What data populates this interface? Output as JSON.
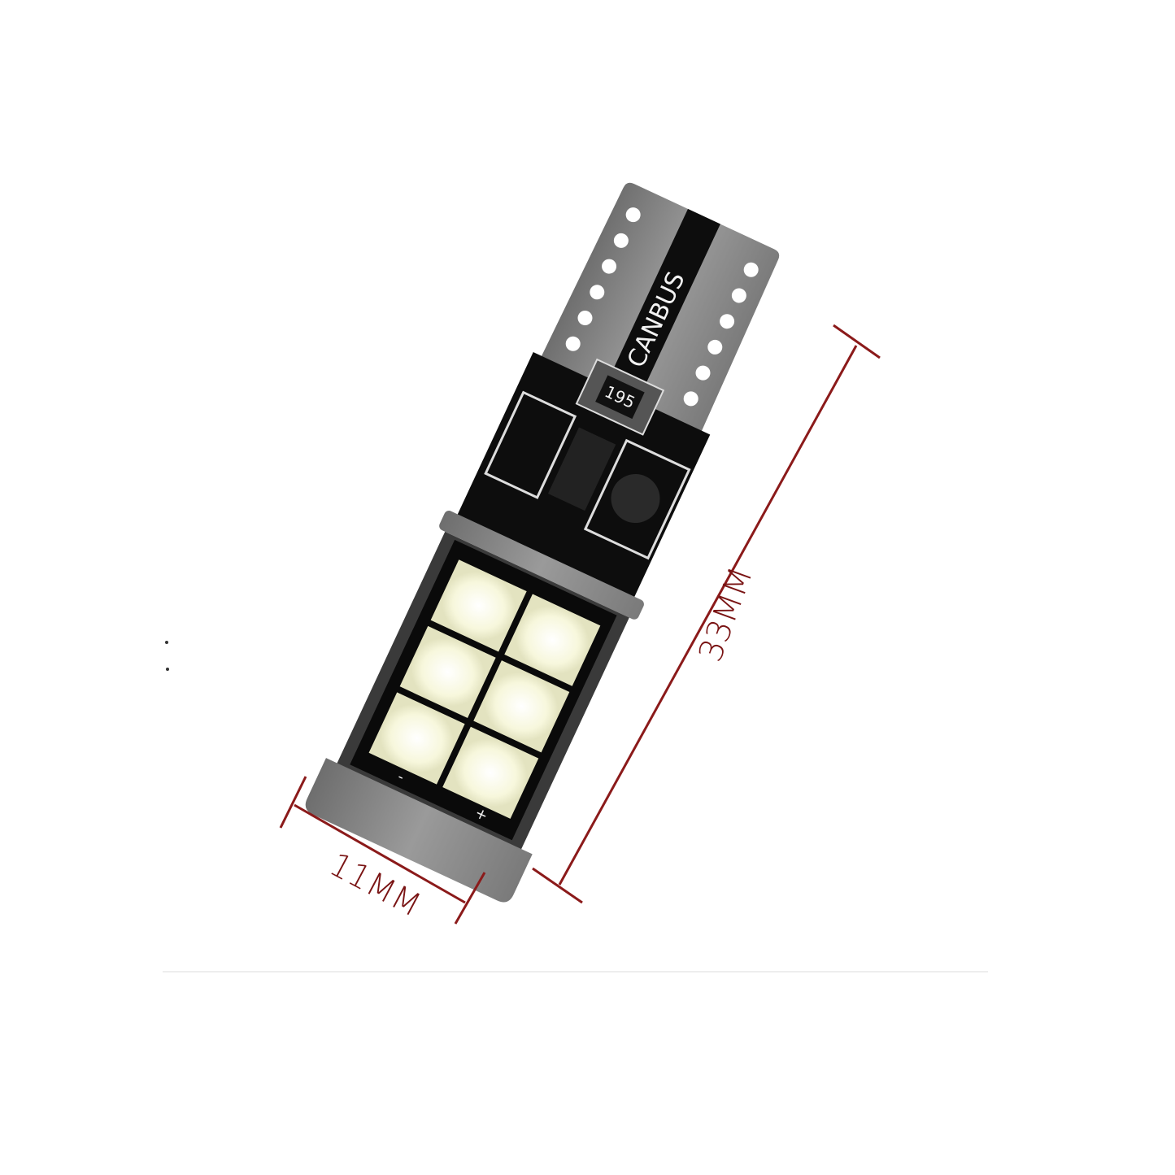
{
  "product": {
    "pcb_label": "CANBUS",
    "chip_marking": "195",
    "polarity_plus": "+",
    "polarity_minus": "-",
    "led_count_visible": 6
  },
  "dimensions": {
    "length_label": "33MM",
    "width_label": "11MM",
    "line_color": "#8b1a1a"
  },
  "colors": {
    "pcb": "#0d0d0d",
    "metal": "#8e8e8e",
    "led": "#fbfbe6"
  }
}
